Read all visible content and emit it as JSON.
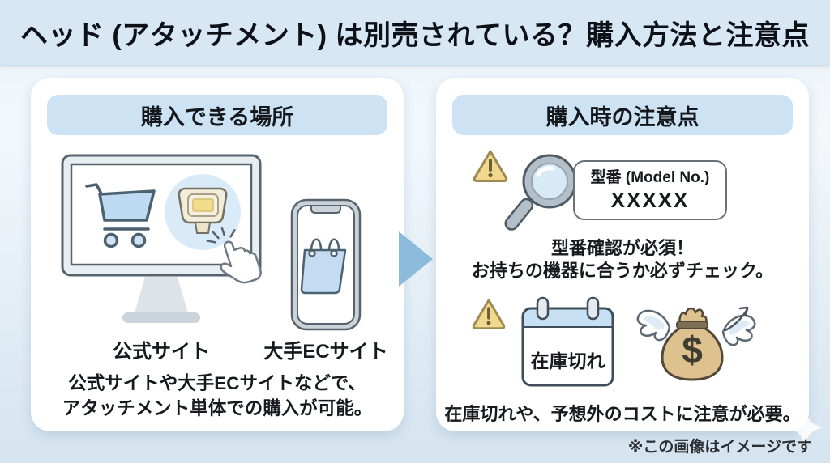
{
  "header": {
    "title": "ヘッド (アタッチメント) は別売されている？購入方法と注意点"
  },
  "left_panel": {
    "title": "購入できる場所",
    "label_official": "公式サイト",
    "label_ec": "大手ECサイト",
    "description_line1": "公式サイトや大手ECサイトなどで、",
    "description_line2": "アタッチメント単体での購入が可能。"
  },
  "right_panel": {
    "title": "購入時の注意点",
    "model_label": "型番 (Model No.)",
    "model_value": "XXXXX",
    "caption1_line1": "型番確認が必須！",
    "caption1_line2": "お持ちの機器に合うか必ずチェック。",
    "calendar_label": "在庫切れ",
    "money_symbol": "$",
    "caption2": "在庫切れや、予想外のコストに注意が必要。"
  },
  "footer": {
    "note": "※この画像はイメージです"
  },
  "icons": {
    "monitor": "monitor-with-cart-icon",
    "cart": "shopping-cart-icon",
    "attachment_head": "attachment-head-icon",
    "cursor": "hand-cursor-click-icon",
    "phone": "smartphone-icon",
    "bag": "shopping-bag-icon",
    "arrow": "right-arrow-icon",
    "warning": "warning-triangle-icon",
    "magnifier": "magnifying-glass-icon",
    "calendar": "calendar-icon",
    "money_bag": "winged-money-bag-icon",
    "growth_arrow": "growth-arrow-icon",
    "sparkle": "sparkle-icon"
  },
  "colors": {
    "header_band": "#d7e7f3",
    "panel_bg": "#ffffff",
    "pill_bg": "#cde3f4",
    "text": "#16191d",
    "mid_arrow_blue": "#8cbbdb",
    "highlight_circle_blue": "#d9ebf8",
    "cart_blue": "#bedaf2",
    "warning_yellow": "#f2d88e",
    "money_tan": "#ddc28f",
    "calendar_header_blue": "#c7e0f3"
  }
}
